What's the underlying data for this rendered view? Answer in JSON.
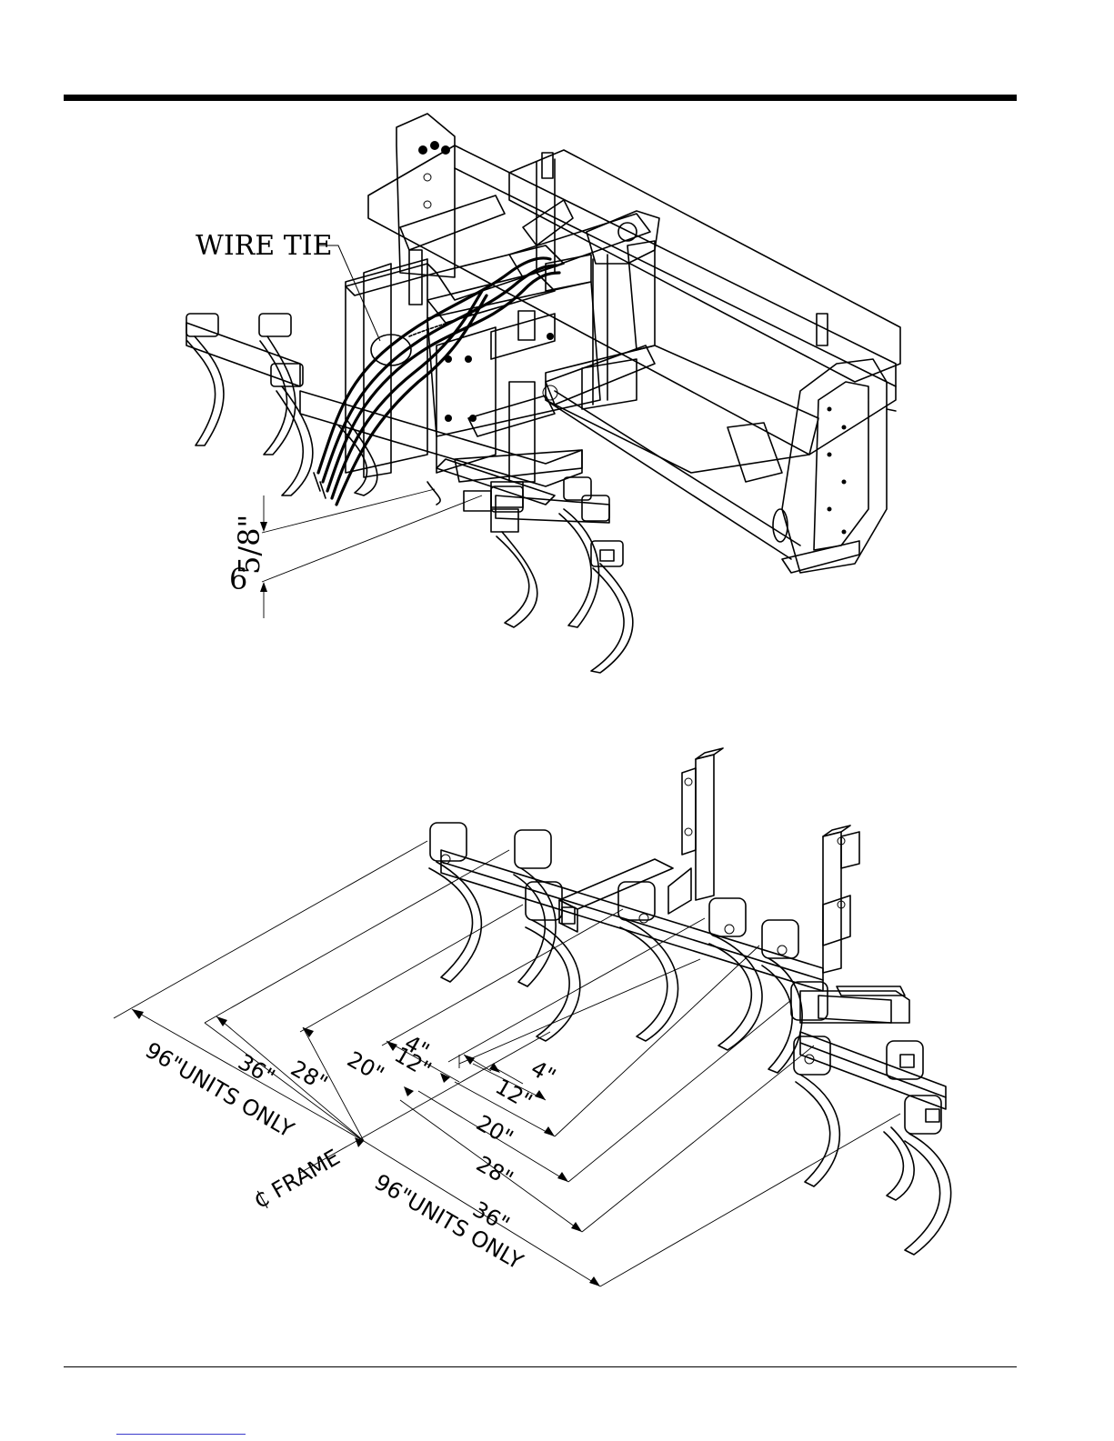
{
  "figure_top": {
    "callout_label": "WIRE TIE",
    "dimension": {
      "whole": "6",
      "fraction": "5/8\""
    }
  },
  "figure_bottom": {
    "centerline_label": "₵ FRAME",
    "dimensions_left": [
      {
        "value": "4\""
      },
      {
        "value": "12\""
      },
      {
        "value": "20\""
      },
      {
        "value": "28\""
      },
      {
        "value": "36\""
      },
      {
        "value": "96\"UNITS ONLY"
      }
    ],
    "dimensions_right": [
      {
        "value": "4\""
      },
      {
        "value": "12\""
      },
      {
        "value": "20\""
      },
      {
        "value": "28\""
      },
      {
        "value": "36\""
      },
      {
        "value": "96\"UNITS ONLY"
      }
    ]
  }
}
